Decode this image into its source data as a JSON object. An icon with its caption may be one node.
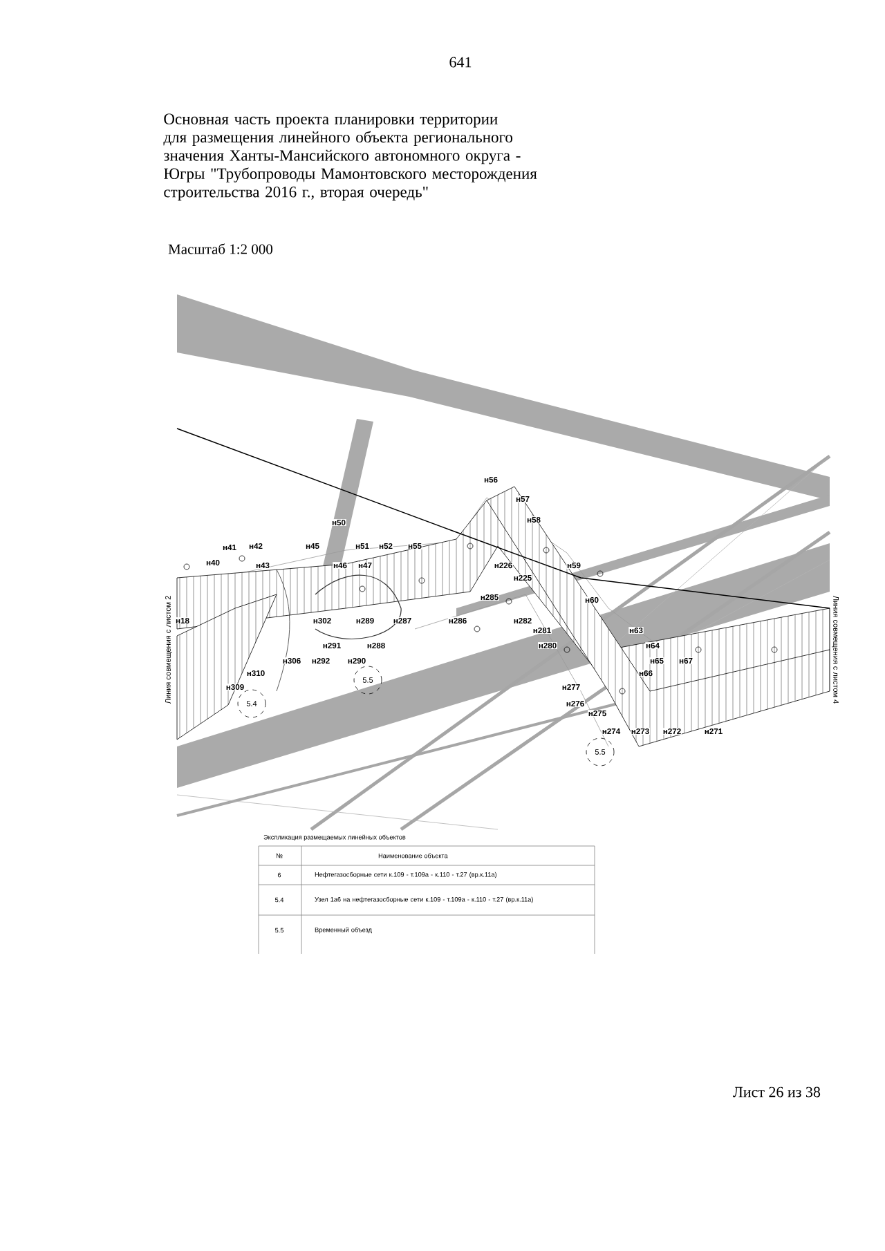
{
  "diagram": {
    "title": "Основная часть проекта планировки территории для размещения линейного объекта регионального значения Ханты-Мансийского автономного округа - Югры \"Трубопроводы Мамонтовского месторождения строительства 2016 г., вторая очередь\"",
    "nodes": [
      {
        "text": [
          "5.5"
        ]
      },
      {
        "text": [
          "5.4"
        ]
      },
      {
        "text": [
          "5.5"
        ]
      }
    ],
    "labels": [
      "641",
      "Масштаб 1:2 000",
      "Линия совмещения с листом 2",
      "н56",
      "н57",
      "н50",
      "н58",
      "н41",
      "н42",
      "н45",
      "н51",
      "н52",
      "н55",
      "н40",
      "н43",
      "н46",
      "н47",
      "н226",
      "н59",
      "н225",
      "н285",
      "н60",
      "н18",
      "н302",
      "н289",
      "н287",
      "н286",
      "н282",
      "н281",
      "н63",
      "н291",
      "н288",
      "н280",
      "н64",
      "н306",
      "н292",
      "н290",
      "н65",
      "н67",
      "н310",
      "н66",
      "н309",
      "н277",
      "н276",
      "н275",
      "н274",
      "н273",
      "н272",
      "н271",
      "Линия совмещения с листом 4",
      "Экспликация размещаемых линейных объектов",
      "№",
      "Наименование объекта",
      "6",
      "Нефтегазосборные сети к.109 - т.109а - к.110 - т.27 (вр.к.11а)",
      "5.4",
      "Узел 1а6 на нефтегазосборные сети к.109 - т.109а - к.110 - т.27 (вр.к.11а)",
      "5.5",
      "Временный объезд",
      "Лист 26 из 38"
    ]
  }
}
